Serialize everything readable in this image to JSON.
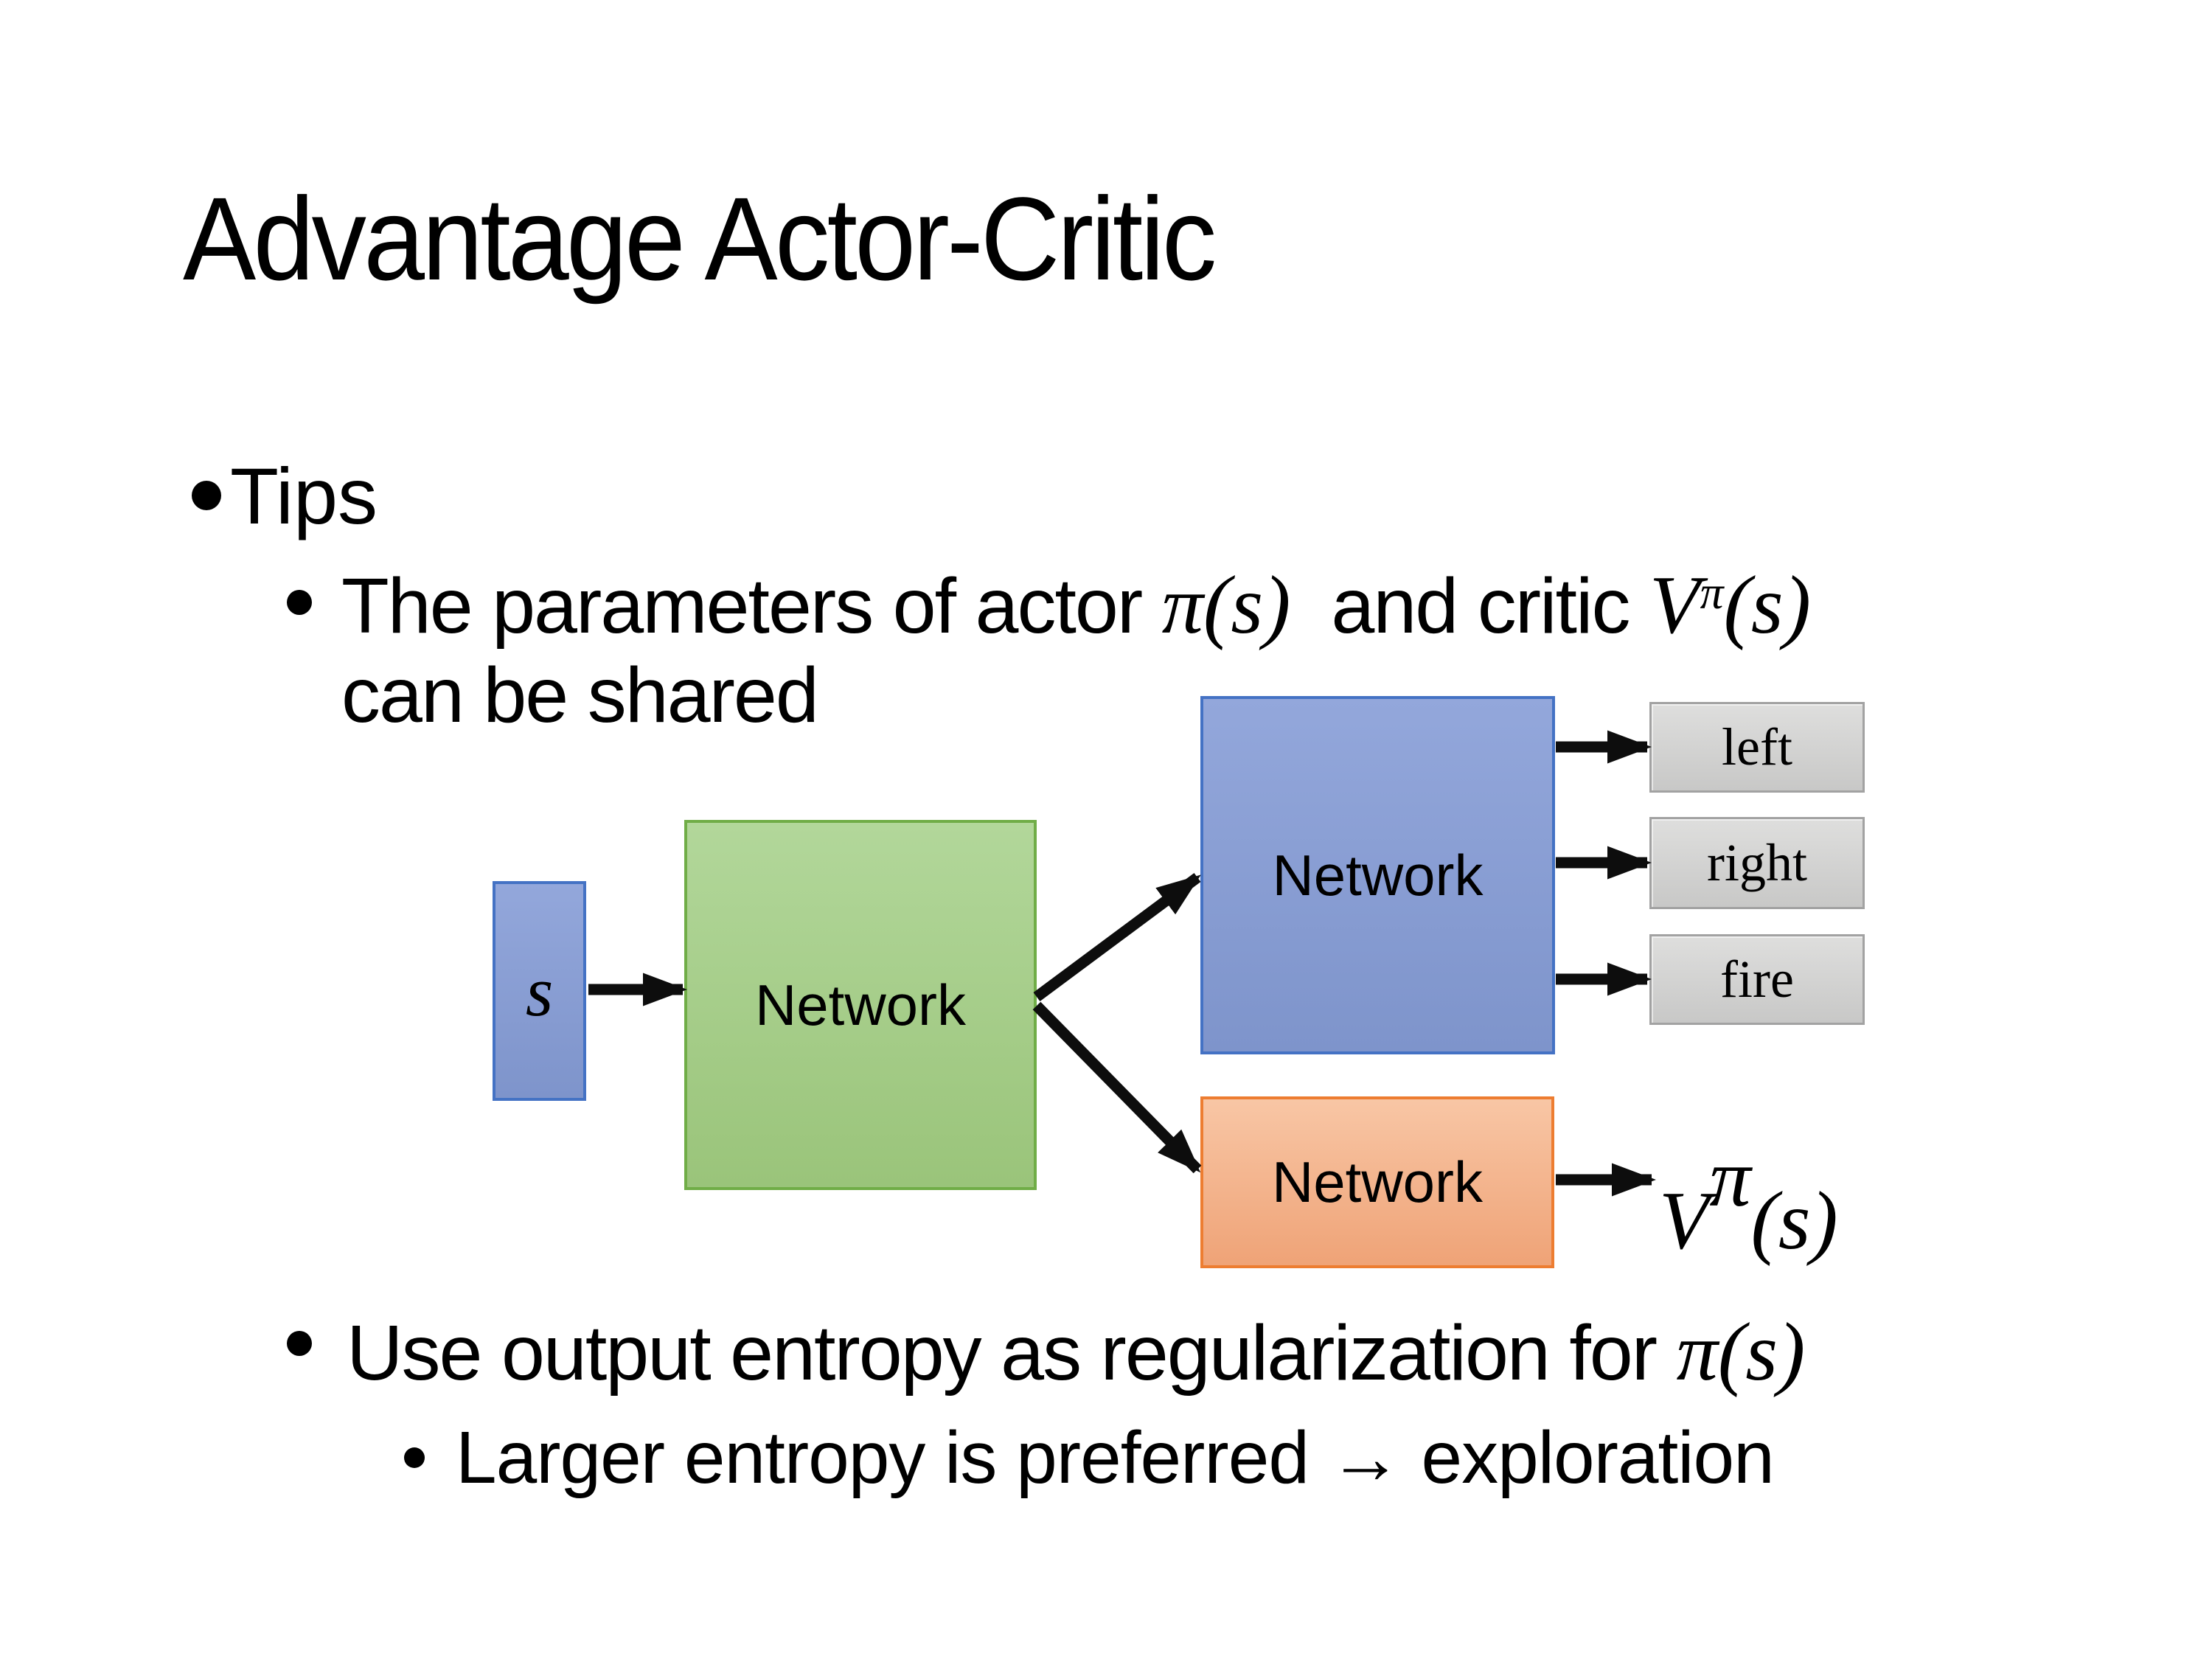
{
  "slide": {
    "title": "Advantage Actor-Critic",
    "bullets": {
      "l1": "Tips",
      "l2a": {
        "t1": "The parameters of actor ",
        "m1": "π(s)",
        "t2": "  and critic ",
        "v": "V",
        "vsup": "π",
        "vrest": "(s)"
      },
      "l2a_line2": "can be shared",
      "l2b": {
        "t1": "Use output entropy as regularization for ",
        "m1": "π(s)"
      },
      "l3": "Larger entropy is preferred → exploration"
    }
  },
  "diagram": {
    "input_label": "s",
    "shared_network_label": "Network",
    "actor_network_label": "Network",
    "critic_network_label": "Network",
    "actions": [
      "left",
      "right",
      "fire"
    ],
    "critic_output": {
      "base": "V",
      "sup": "π",
      "rest": "(s)"
    }
  },
  "colors": {
    "blue-fill-top": "#93a7db",
    "blue-fill-bottom": "#7e94cb",
    "blue-border": "#4472c4",
    "green-fill-top": "#b2d79a",
    "green-fill-bottom": "#9ac47a",
    "green-border": "#70ad47",
    "orange-fill-top": "#f8c6a5",
    "orange-fill-bottom": "#efa377",
    "orange-border": "#ed7d31",
    "gray-fill-top": "#dededd",
    "gray-fill-bottom": "#c8c8c7",
    "gray-border": "#a2a2a2",
    "arrow": "#0d0d0d",
    "text": "#000000"
  }
}
